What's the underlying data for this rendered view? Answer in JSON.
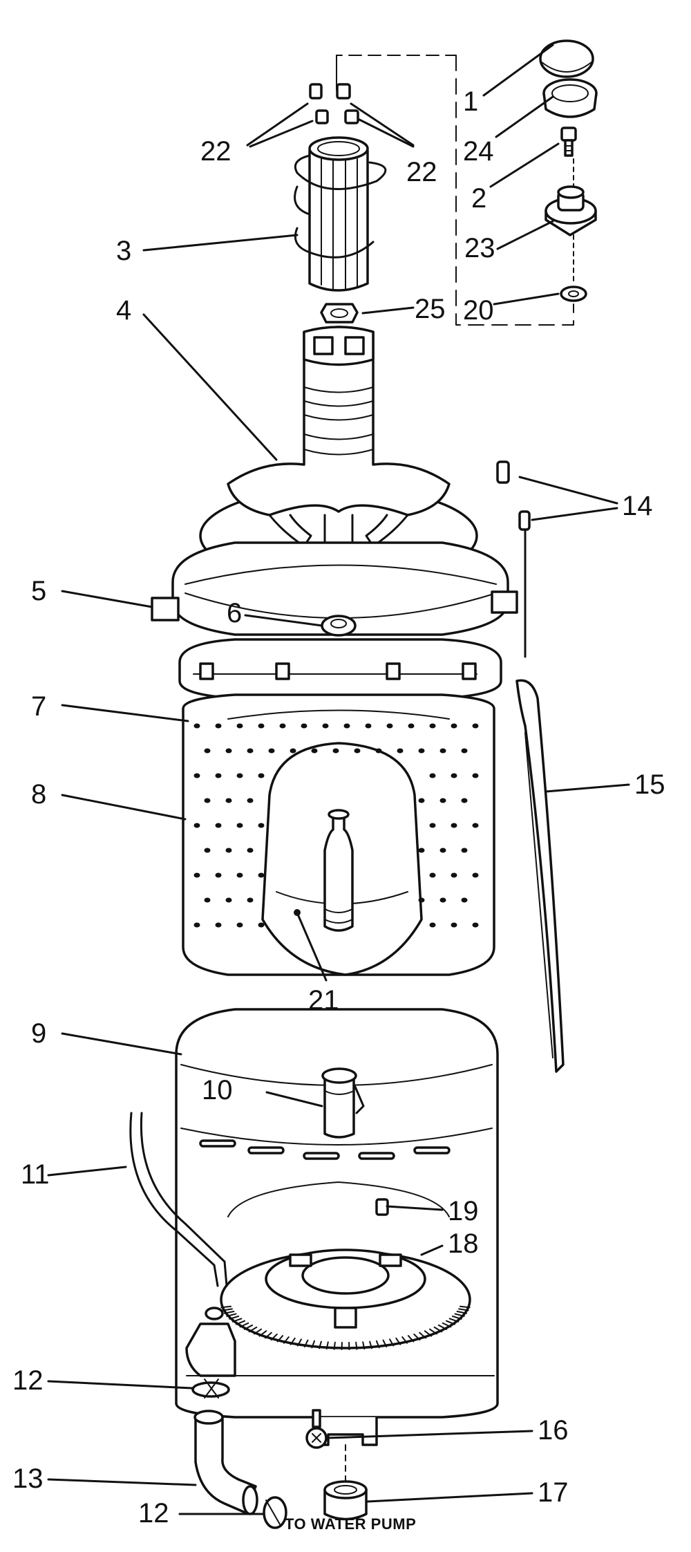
{
  "diagram": {
    "callouts": [
      {
        "id": "c1",
        "label": "1"
      },
      {
        "id": "c24",
        "label": "24"
      },
      {
        "id": "c2",
        "label": "2"
      },
      {
        "id": "c23",
        "label": "23"
      },
      {
        "id": "c20",
        "label": "20"
      },
      {
        "id": "c22a",
        "label": "22"
      },
      {
        "id": "c22b",
        "label": "22"
      },
      {
        "id": "c3",
        "label": "3"
      },
      {
        "id": "c25",
        "label": "25"
      },
      {
        "id": "c4",
        "label": "4"
      },
      {
        "id": "c14",
        "label": "14"
      },
      {
        "id": "c5",
        "label": "5"
      },
      {
        "id": "c6",
        "label": "6"
      },
      {
        "id": "c7",
        "label": "7"
      },
      {
        "id": "c15",
        "label": "15"
      },
      {
        "id": "c8",
        "label": "8"
      },
      {
        "id": "c21",
        "label": "21"
      },
      {
        "id": "c9",
        "label": "9"
      },
      {
        "id": "c10",
        "label": "10"
      },
      {
        "id": "c11",
        "label": "11"
      },
      {
        "id": "c19",
        "label": "19"
      },
      {
        "id": "c18",
        "label": "18"
      },
      {
        "id": "c12a",
        "label": "12"
      },
      {
        "id": "c16",
        "label": "16"
      },
      {
        "id": "c13",
        "label": "13"
      },
      {
        "id": "c17",
        "label": "17"
      },
      {
        "id": "c12b",
        "label": "12"
      }
    ],
    "pump_note": "TO WATER PUMP"
  }
}
